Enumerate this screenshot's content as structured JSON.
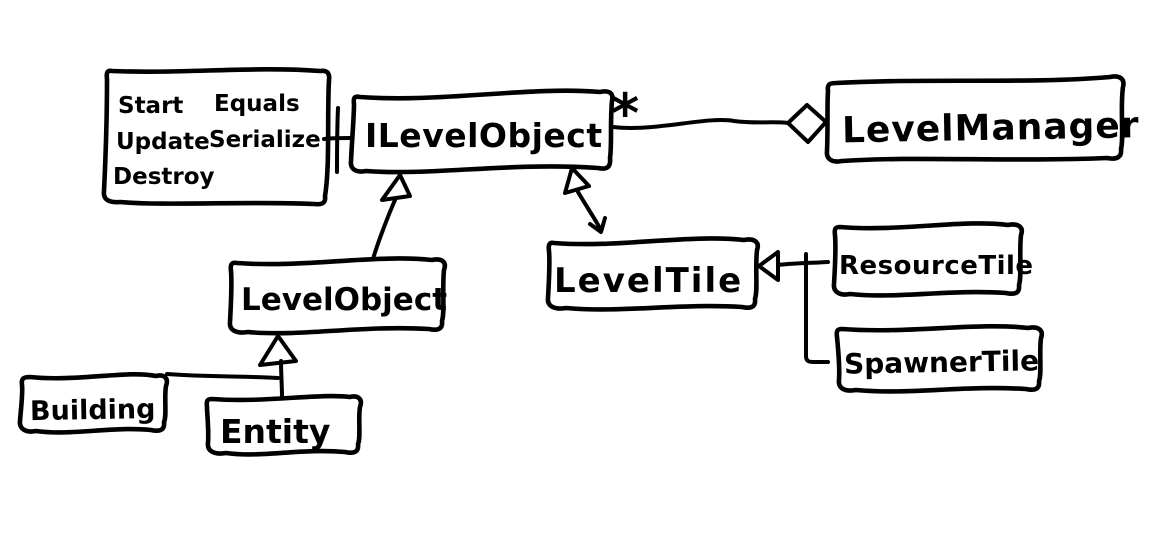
{
  "diagram": {
    "colors": {
      "ink": "#000000",
      "background": "#ffffff"
    },
    "classes": {
      "ilevelobject": {
        "label": "ILevelObject"
      },
      "levelmanager": {
        "label": "LevelManager"
      },
      "levelobject": {
        "label": "LevelObject"
      },
      "leveltile": {
        "label": "LevelTile"
      },
      "resourcetile": {
        "label": "ResourceTile"
      },
      "spawnertile": {
        "label": "SpawnerTile"
      },
      "building": {
        "label": "Building"
      },
      "entity": {
        "label": "Entity"
      }
    },
    "methods_note": {
      "items": [
        "Start",
        "Equals",
        "Update",
        "Serialize",
        "Destroy"
      ]
    },
    "multiplicity": "*",
    "edges": [
      {
        "from": "LevelObject",
        "to": "ILevelObject",
        "type": "inheritance"
      },
      {
        "from": "LevelTile",
        "to": "ILevelObject",
        "type": "inheritance"
      },
      {
        "from": "ILevelObject",
        "to": "LevelManager",
        "type": "aggregation",
        "multiplicity": "*"
      },
      {
        "from": "ResourceTile",
        "to": "LevelTile",
        "type": "inheritance"
      },
      {
        "from": "SpawnerTile",
        "to": "LevelTile",
        "type": "inheritance"
      },
      {
        "from": "Building",
        "to": "LevelObject",
        "type": "inheritance"
      },
      {
        "from": "Entity",
        "to": "LevelObject",
        "type": "inheritance"
      },
      {
        "from": "methods-note",
        "to": "ILevelObject",
        "type": "note-attachment"
      }
    ]
  }
}
